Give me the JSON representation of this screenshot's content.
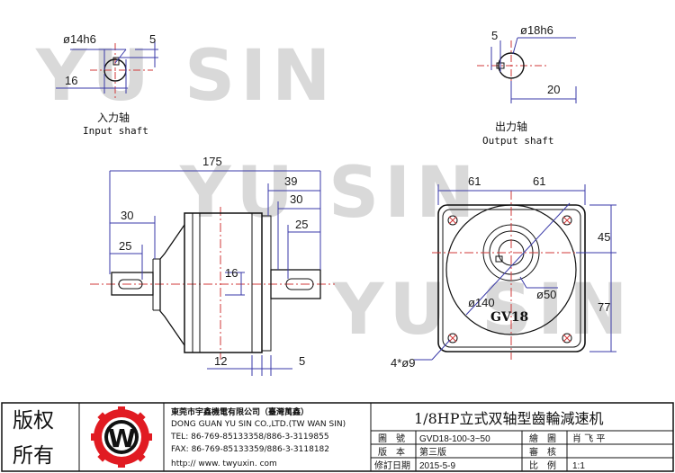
{
  "watermark": "YU SIN",
  "labels": {
    "input_cn": "入力轴",
    "input_en": "Input shaft",
    "output_cn": "出力轴",
    "output_en": "Output shaft"
  },
  "dimensions": {
    "in_dia": "ø14h6",
    "in_key": "5",
    "in_height": "16",
    "out_dia": "ø18h6",
    "out_key": "5",
    "out_height": "20",
    "total_length": "175",
    "len_39": "39",
    "len_30_right": "30",
    "len_25_right": "25",
    "len_30_left": "30",
    "len_25_left": "25",
    "shaft_16": "16",
    "bot_12": "12",
    "bot_5": "5",
    "width_left": "61",
    "width_right": "61",
    "h_45": "45",
    "h_77": "77",
    "dia_140": "ø140",
    "dia_50": "ø50",
    "holes": "4*ø9",
    "model_mark": "GV18"
  },
  "title_block": {
    "copyright_1": "版权",
    "copyright_2": "所有",
    "company_cn": "東莞市宇鑫機電有限公司（臺灣萬鑫）",
    "company_en": "DONG GUAN YU SIN CO.,LTD.(TW WAN SIN)",
    "tel": "TEL: 86-769-85133358/886-3-3119855",
    "fax": "FAX: 86-769-85133359/886-3-3118182",
    "web": "http:// www. twyuxin. com",
    "title": "1/8HP立式双轴型齒輪減速机",
    "row1_label": "圖　號",
    "row1_value": "GVD18-100-3~50",
    "row1_label2": "繪　圖",
    "row1_value2": "肖 飞 平",
    "row2_label": "版　本",
    "row2_value": "第三版",
    "row2_label2": "審　核",
    "row2_value2": "",
    "row3_label": "修訂日期",
    "row3_value": "2015-5-9",
    "row3_label2": "比　例",
    "row3_value2": "1:1",
    "logo_letter": "W"
  },
  "colors": {
    "dim_line": "#3a3aa8",
    "center_line": "#d23a3a",
    "outline": "#111111",
    "logo_red": "#e11b22",
    "watermark": "#d9d9d9"
  }
}
